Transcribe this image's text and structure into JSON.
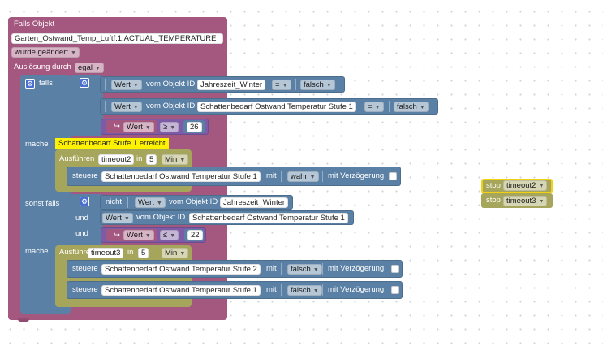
{
  "trigger": {
    "title": "Falls Objekt",
    "object_id": "Garten_Ostwand_Temp_Luftf.1.ACTUAL_TEMPERATURE",
    "condition": "wurde geändert",
    "trigger_label": "Auslösung durch",
    "trigger_value": "egal"
  },
  "if_block": {
    "falls_label": "falls",
    "und_label": "und",
    "mache_label": "mache",
    "sonst_falls_label": "sonst falls",
    "nicht_label": "nicht",
    "wert_label": "Wert",
    "vom_objekt_label": "vom Objekt ID",
    "cond1": {
      "object": "Jahreszeit_Winter",
      "op": "=",
      "value": "falsch"
    },
    "cond2": {
      "object": "Schattenbedarf Ostwand Temperatur Stufe 1",
      "op": "=",
      "value": "falsch"
    },
    "cond3": {
      "var": "Wert",
      "op": "≥",
      "value": "26"
    },
    "comment": "Schattenbedarf Stufe 1 erreicht",
    "timeout_a": {
      "label": "Ausführen",
      "name": "timeout2",
      "in_label": "in",
      "delay": "5",
      "unit": "Min"
    },
    "action_a": {
      "steuere_label": "steuere",
      "object": "Schattenbedarf Ostwand Temperatur Stufe 1",
      "mit_label": "mit",
      "value": "wahr",
      "delay_label": "mit Verzögerung"
    },
    "elseif_cond1": {
      "object": "Jahreszeit_Winter"
    },
    "elseif_cond2": {
      "object": "Schattenbedarf Ostwand Temperatur Stufe 1"
    },
    "elseif_cond3": {
      "var": "Wert",
      "op": "≤",
      "value": "22"
    },
    "timeout_b": {
      "label": "Ausführen",
      "name": "timeout3",
      "in_label": "in",
      "delay": "5",
      "unit": "Min"
    },
    "action_b1": {
      "steuere_label": "steuere",
      "object": "Schattenbedarf Ostwand Temperatur Stufe 2",
      "mit_label": "mit",
      "value": "falsch",
      "delay_label": "mit Verzögerung"
    },
    "action_b2": {
      "steuere_label": "steuere",
      "object": "Schattenbedarf Ostwand Temperatur Stufe 1",
      "mit_label": "mit",
      "value": "falsch",
      "delay_label": "mit Verzögerung"
    }
  },
  "stop_blocks": [
    {
      "label": "stop",
      "timeout": "timeout2"
    },
    {
      "label": "stop",
      "timeout": "timeout3"
    }
  ],
  "icons": {
    "gear": "gear-icon",
    "var": "variable-arrow-icon",
    "dropdown": "dropdown-arrow-icon"
  },
  "colors": {
    "trigger": "#a5587f",
    "logic": "#5b80a5",
    "timeout": "#a5a55b",
    "math": "#7d5ba6",
    "comment": "#fff200"
  }
}
